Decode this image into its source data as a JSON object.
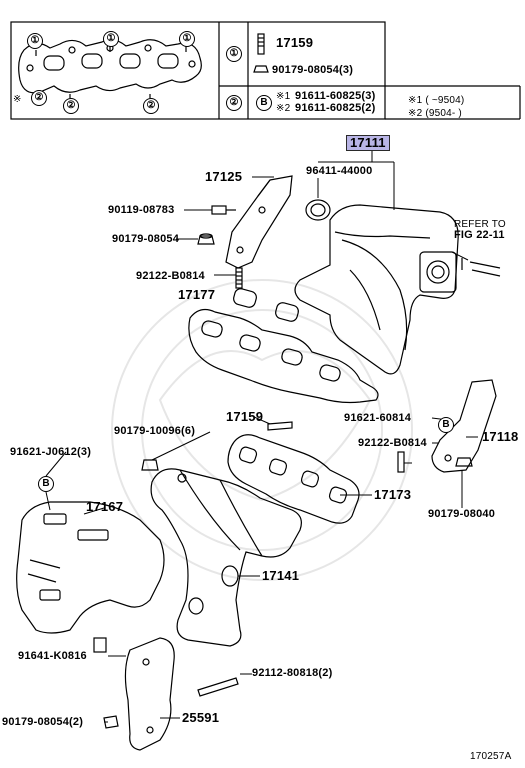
{
  "legend": {
    "circle1": "①",
    "circle2": "②",
    "circleB": "B",
    "part_17159": "17159",
    "part_90179_08054_3": "90179-08054(3)",
    "star1_prefix": "※1",
    "star2_prefix": "※2",
    "part_91611_3": "91611-60825(3)",
    "part_91611_2": "91611-60825(2)",
    "range1": "※1 (  ~9504)",
    "range2": "※2 (9504-    )",
    "asterisk2": "※",
    "gasket_1a": "①",
    "gasket_1b": "①",
    "gasket_1c": "①",
    "gasket_2a": "②",
    "gasket_2b": "②",
    "gasket_2c": "②"
  },
  "parts": {
    "p17111": "17111",
    "p17125": "17125",
    "p96411": "96411-44000",
    "p90119": "90119-08783",
    "p90179_08054": "90179-08054",
    "refer": "REFER TO",
    "fig": "FIG 22-11",
    "p92122_b": "92122-B0814",
    "p17177": "17177",
    "p17159": "17159",
    "p91621_6": "91621-60814",
    "p17118": "17118",
    "p90179_10096": "90179-10096(6)",
    "p91621_j": "91621-J0612(3)",
    "p92122_b2": "92122-B0814",
    "p17173": "17173",
    "p17167": "17167",
    "p90179_08040": "90179-08040",
    "p17141": "17141",
    "p91641": "91641-K0816",
    "p92112": "92112-80818(2)",
    "p90179_08054_2": "90179-08054(2)",
    "p25591": "25591",
    "figure_id": "170257A"
  },
  "colors": {
    "highlight": "#b9b5e6",
    "line": "#000000"
  }
}
